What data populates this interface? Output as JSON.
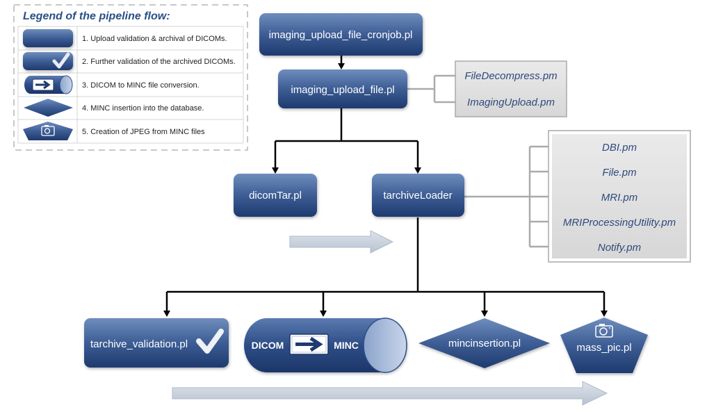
{
  "legend": {
    "title": "Legend of the pipeline flow:",
    "items": [
      {
        "text": "1.  Upload validation & archival of DICOMs."
      },
      {
        "text": "2. Further validation of the archived DICOMs."
      },
      {
        "text": "3. DICOM to MINC file conversion."
      },
      {
        "text": "4. MINC insertion into the database."
      },
      {
        "text": "5. Creation of JPEG from MINC files"
      }
    ]
  },
  "scripts": {
    "cronjob": "imaging_upload_file_cronjob.pl",
    "upload": "imaging_upload_file.pl",
    "dicomtar": "dicomTar.pl",
    "loader": "tarchiveLoader",
    "validation": "tarchive_validation.pl",
    "conversion_left": "DICOM",
    "conversion_right": "MINC",
    "insertion": "mincinsertion.pl",
    "masspic": "mass_pic.pl"
  },
  "modules": {
    "upload": [
      "FileDecompress.pm",
      "ImagingUpload.pm"
    ],
    "loader": [
      "DBI.pm",
      "File.pm",
      "MRI.pm",
      "MRIProcessingUtility.pm",
      "Notify.pm"
    ]
  },
  "colors": {
    "node_dark": "#1f3d73",
    "node_light": "#5d7cae",
    "module_text": "#2e4a7d",
    "connector": "#000000",
    "bracket": "#aaaaaa"
  }
}
